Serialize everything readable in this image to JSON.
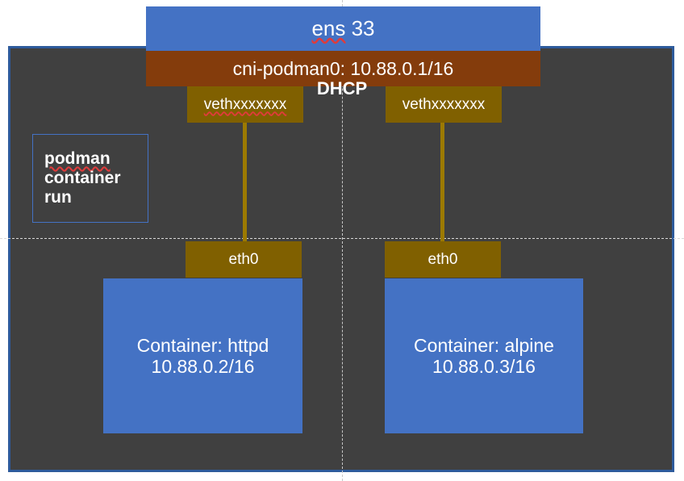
{
  "diagram": {
    "title": "Podman CNI default bridge network topology",
    "colors": {
      "host_panel_bg": "#404040",
      "host_panel_border": "#2e5b9c",
      "nic_blue": "#4472c4",
      "bridge_brown": "#843c0c",
      "veth_olive": "#806000",
      "cable_olive": "#9c7a00",
      "text_white": "#ffffff",
      "guide_gray": "#c8c8c8",
      "spellcheck_red": "#e03b3b"
    },
    "nic": {
      "label_misspelled": "ens",
      "label_rest": " 33"
    },
    "bridge": {
      "label": "cni-podman0: 10.88.0.1/16",
      "dhcp_label": "DHCP"
    },
    "veth": {
      "left_label": "vethxxxxxxx",
      "right_label": "vethxxxxxxx"
    },
    "eth": {
      "left_label": "eth0",
      "right_label": "eth0"
    },
    "containers": [
      {
        "name_line": "Container: httpd",
        "ip_line": "10.88.0.2/16"
      },
      {
        "name_line": "Container: alpine",
        "ip_line": "10.88.0.3/16"
      }
    ],
    "annotation": {
      "line1": "podman",
      "line2": "container",
      "line3": "run"
    }
  }
}
